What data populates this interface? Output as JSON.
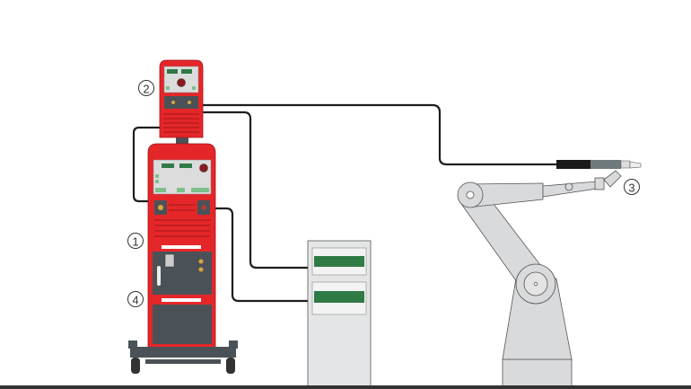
{
  "labels": {
    "power_source": "1",
    "wire_feeder": "2",
    "robot_torch": "3",
    "cooling_unit": "4"
  },
  "colors": {
    "machine_red": "#e52629",
    "panel_dark": "#4b5257",
    "display_green": "#2f7a45",
    "robot_grey": "#d9dadb",
    "cabinet_grey": "#e4e5e6",
    "cable": "#1e1e1e"
  }
}
